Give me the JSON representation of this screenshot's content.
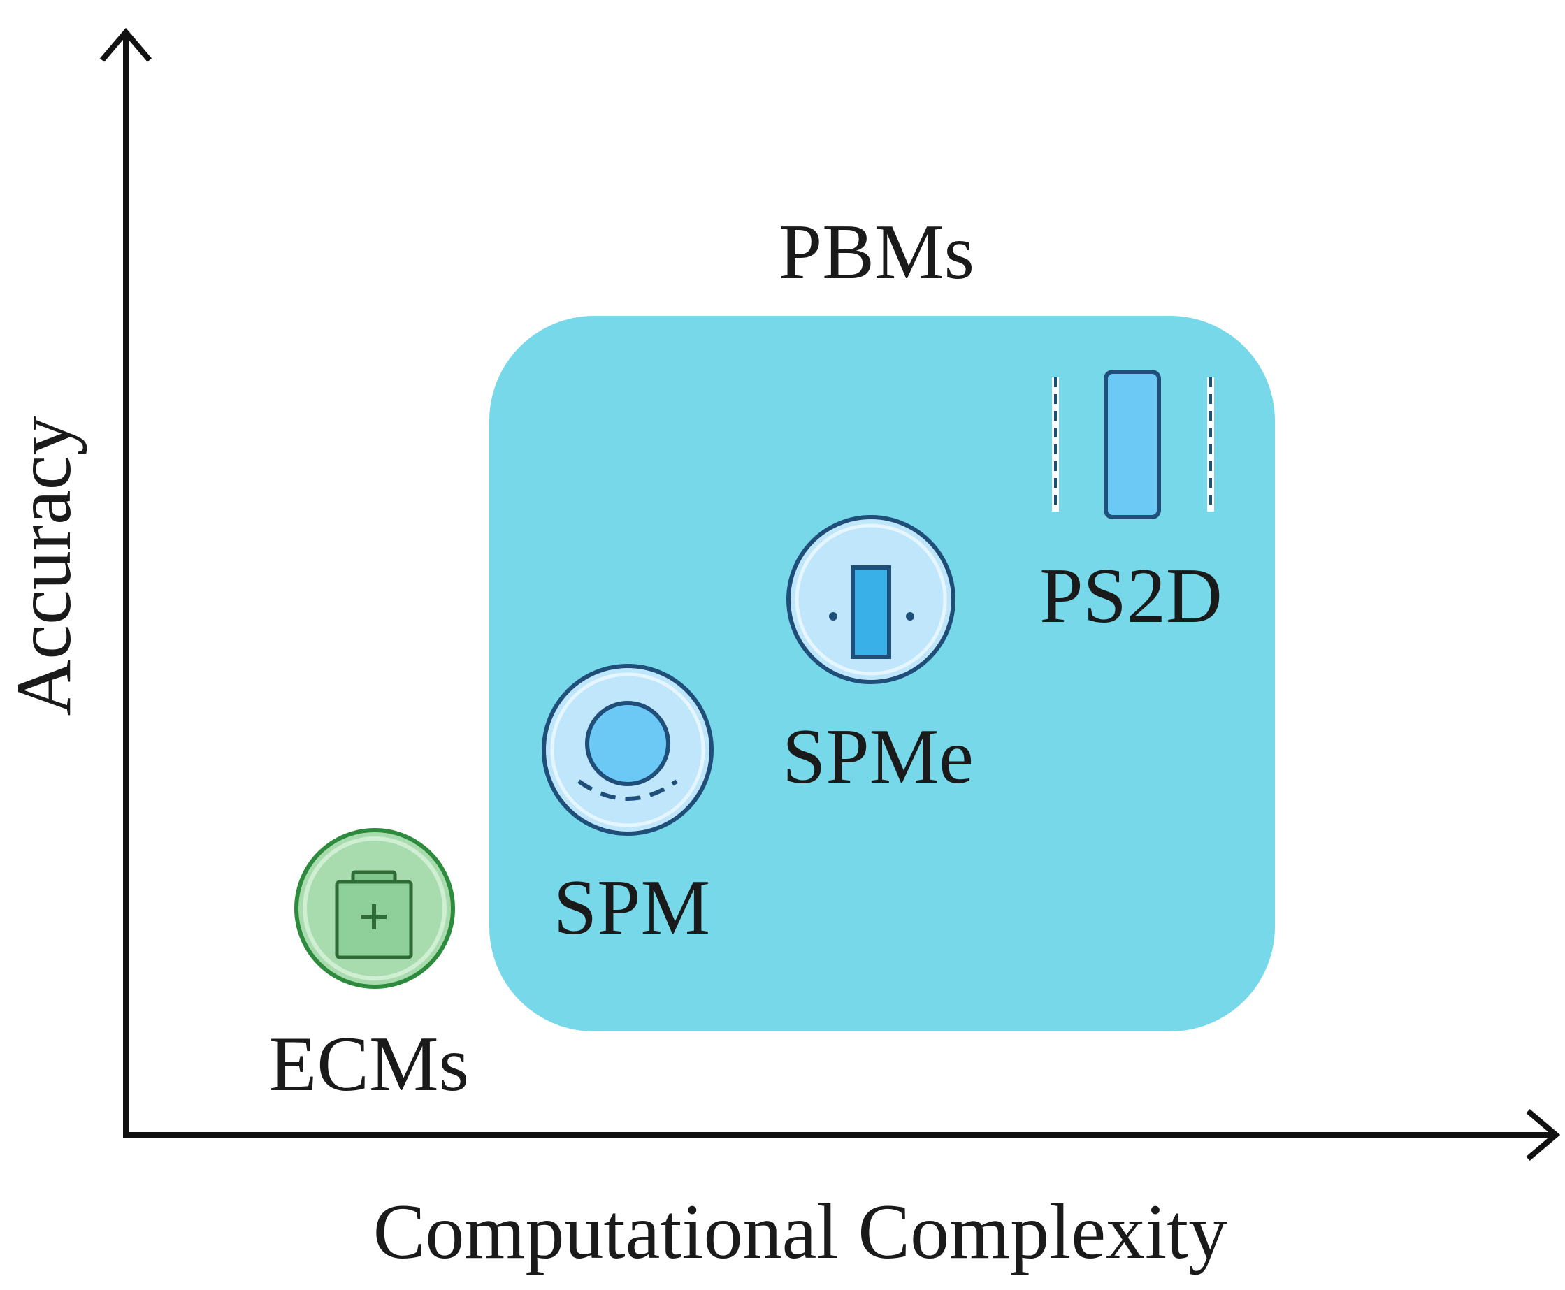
{
  "axes": {
    "x_label": "Computational Complexity",
    "y_label": "Accuracy"
  },
  "groups": {
    "pbms_label": "PBMs"
  },
  "models": {
    "ecms": "ECMs",
    "spm": "SPM",
    "spme": "SPMe",
    "ps2d": "PS2D"
  },
  "colors": {
    "pbm_region": "#77d8ea",
    "ecm_fill": "#a8dcae",
    "ecm_stroke": "#2e8b3e",
    "particle_fill": "#bfe6fb",
    "particle_core": "#6cc8f5",
    "particle_stroke": "#1f4e79",
    "axis": "#111111"
  }
}
